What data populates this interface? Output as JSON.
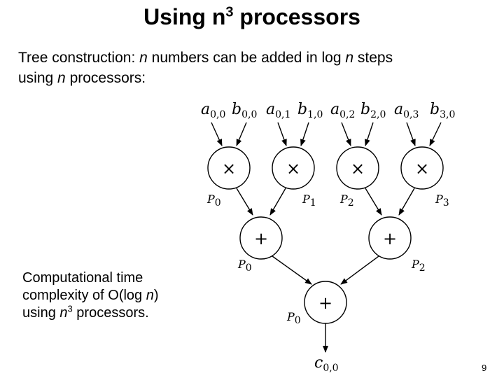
{
  "title": {
    "pre": "Using n",
    "exp": "3",
    "post": " processors"
  },
  "intro": {
    "t1": "Tree construction: ",
    "n1": "n",
    "t2": " numbers can be added in log ",
    "n2": "n",
    "t3": " steps",
    "t4": "using ",
    "n3": "n",
    "t5": " processors:"
  },
  "complexity": {
    "l1": "Computational time",
    "l2a": "complexity of O(log ",
    "l2n": "n",
    "l2b": ")",
    "l3a": "using ",
    "l3n": "n",
    "l3exp": "3",
    "l3b": " processors."
  },
  "page_number": "9",
  "diagram": {
    "inputs": [
      {
        "var": "a",
        "sub": "0,0"
      },
      {
        "var": "b",
        "sub": "0,0"
      },
      {
        "var": "a",
        "sub": "0,1"
      },
      {
        "var": "b",
        "sub": "1,0"
      },
      {
        "var": "a",
        "sub": "0,2"
      },
      {
        "var": "b",
        "sub": "2,0"
      },
      {
        "var": "a",
        "sub": "0,3"
      },
      {
        "var": "b",
        "sub": "3,0"
      }
    ],
    "multiply_op": "×",
    "add_op": "+",
    "proc_labels": [
      {
        "var": "P",
        "sub": "0"
      },
      {
        "var": "P",
        "sub": "1"
      },
      {
        "var": "P",
        "sub": "2"
      },
      {
        "var": "P",
        "sub": "3"
      },
      {
        "var": "P",
        "sub": "0"
      },
      {
        "var": "P",
        "sub": "2"
      },
      {
        "var": "P",
        "sub": "0"
      }
    ],
    "output": {
      "var": "c",
      "sub": "0,0"
    }
  }
}
